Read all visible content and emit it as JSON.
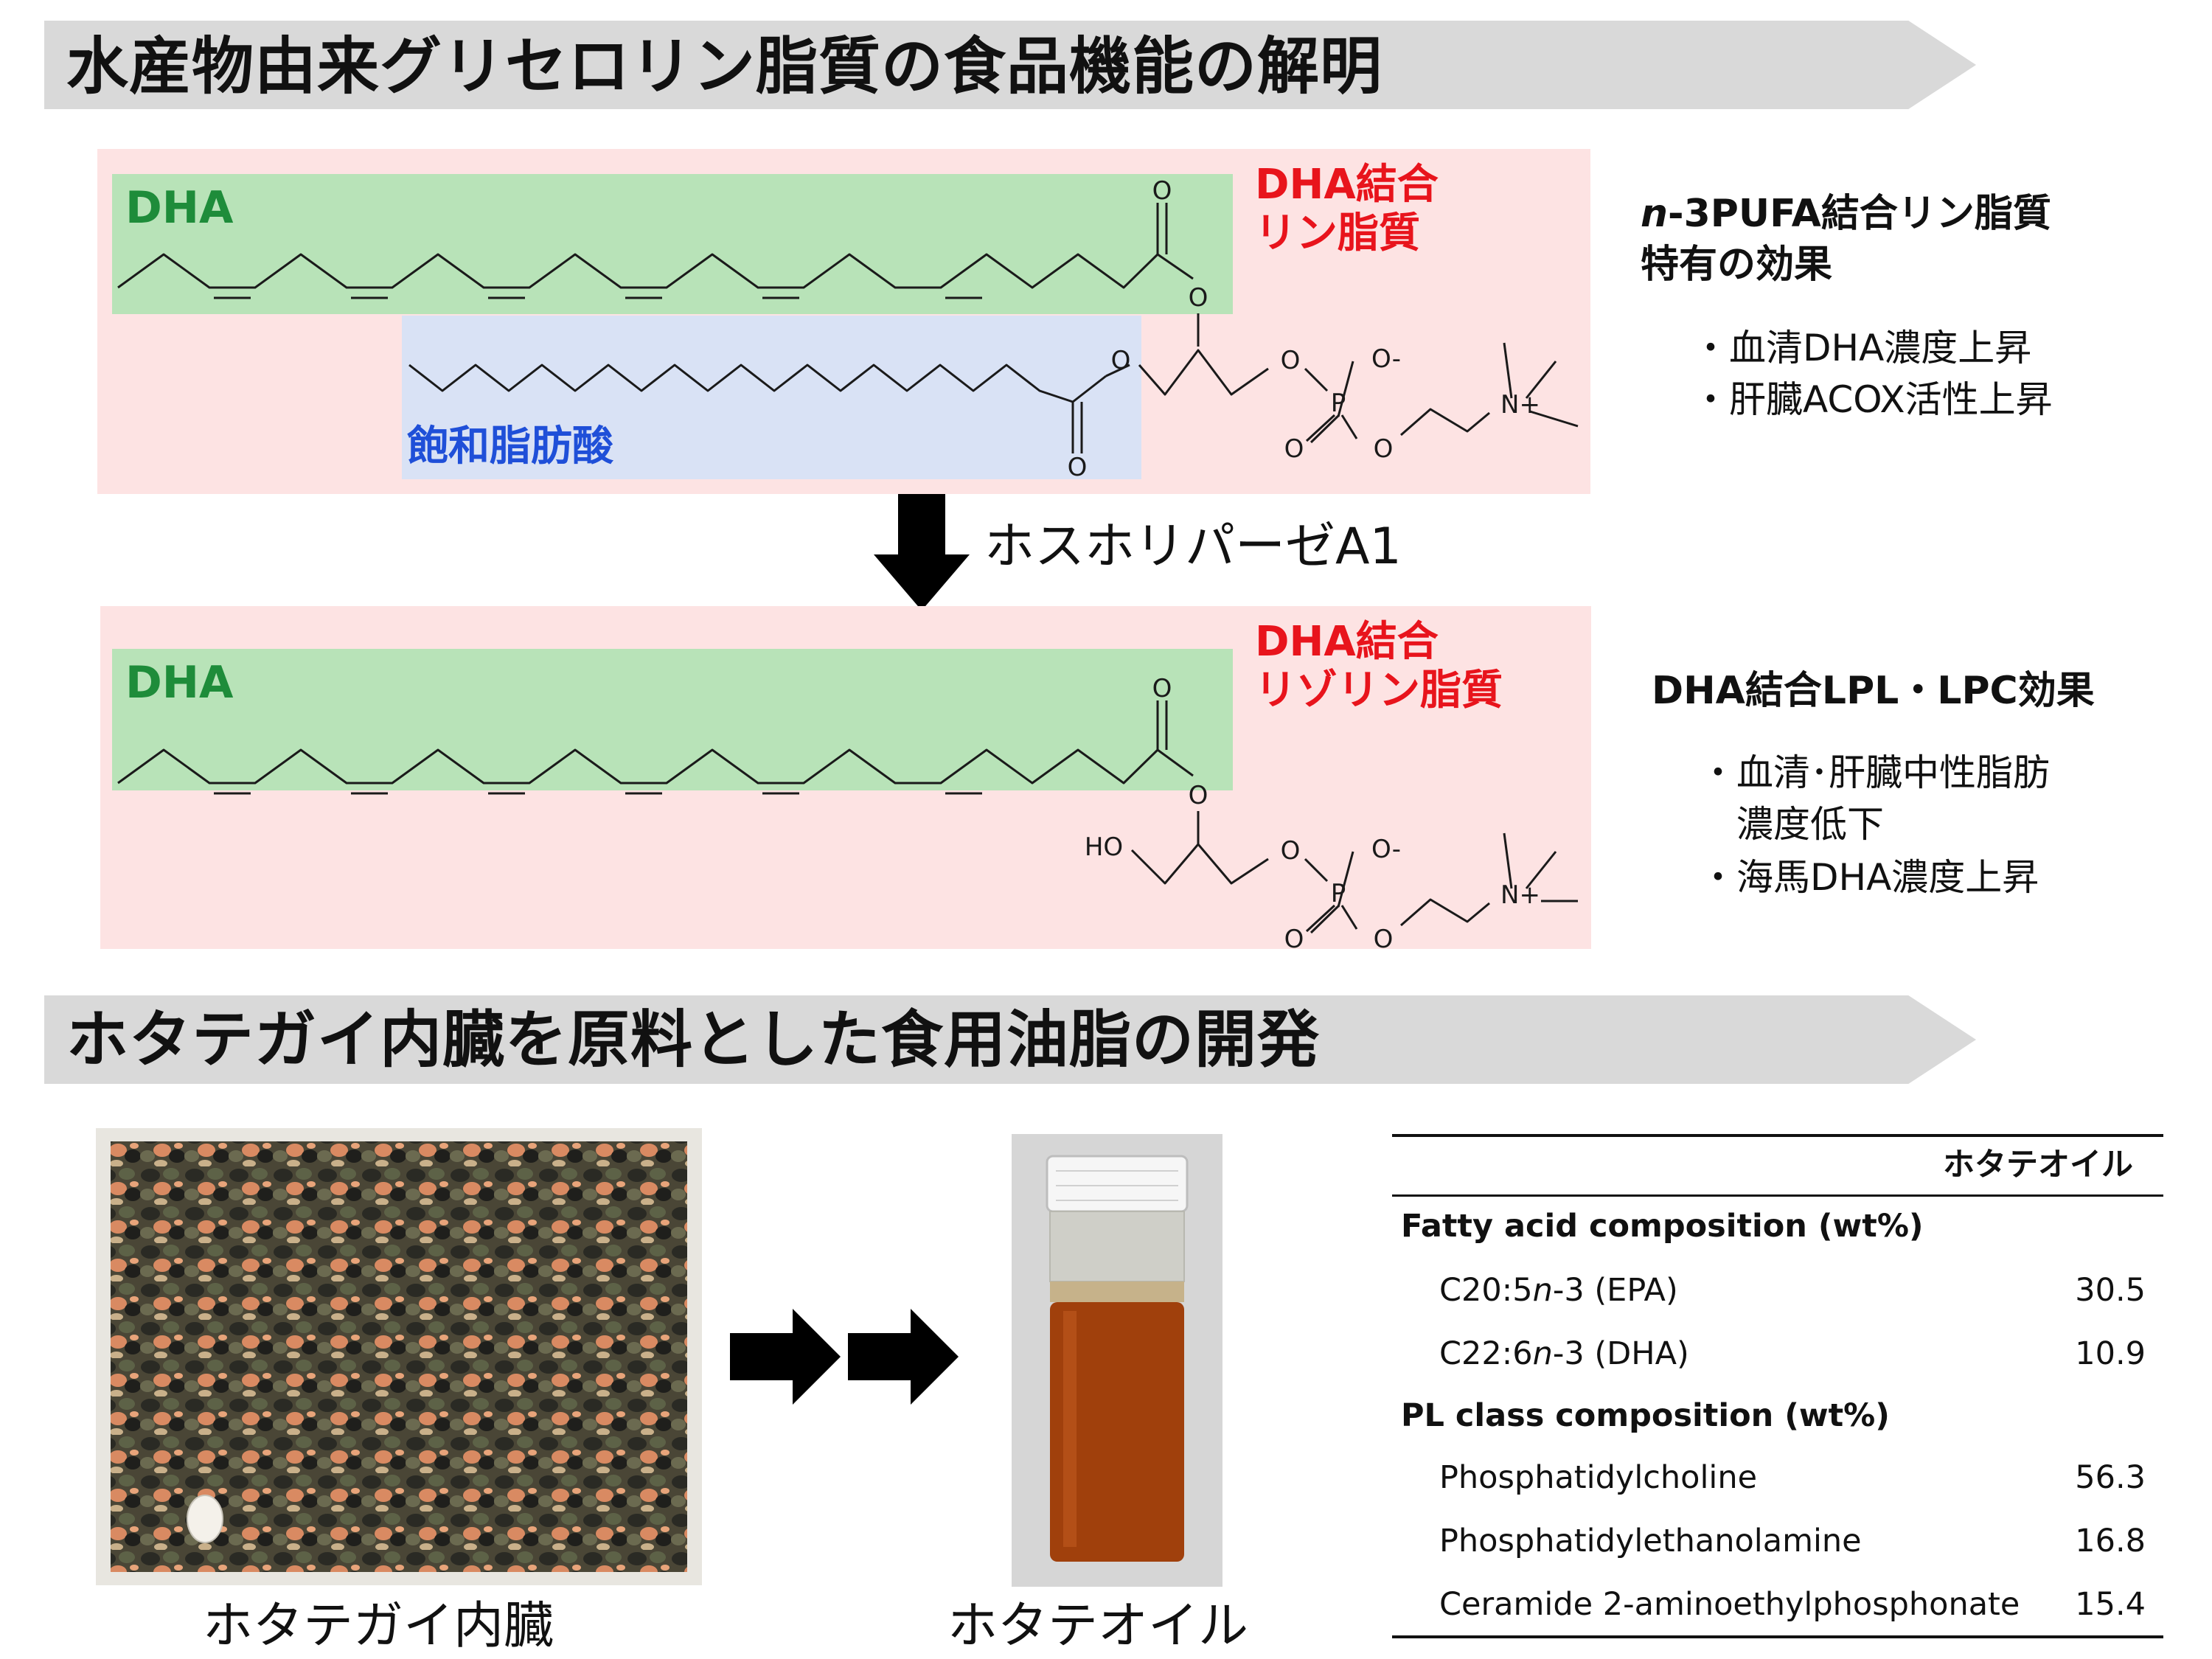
{
  "section1": {
    "title": "水産物由来グリセロリン脂質の食品機能の解明"
  },
  "panel1": {
    "dha_label": "DHA",
    "red_line1": "DHA結合",
    "red_line2": "リン脂質",
    "sat_label": "飽和脂肪酸",
    "atoms": {
      "o": "O",
      "o_minus": "O-",
      "p": "P",
      "n_plus": "N+",
      "ho": "HO"
    }
  },
  "enzyme": {
    "label": "ホスホリパーゼA1"
  },
  "panel2": {
    "dha_label": "DHA",
    "red_line1": "DHA結合",
    "red_line2": "リゾリン脂質"
  },
  "effects1": {
    "head_italic": "n",
    "head_rest": "-3PUFA結合リン脂質",
    "head_line2": "特有の効果",
    "items": [
      "・血清DHA濃度上昇",
      "・肝臓ACOX活性上昇"
    ]
  },
  "effects2": {
    "head": "DHA結合LPL・LPC効果",
    "item1_line1": "・血清･肝臓中性脂肪",
    "item1_line2": "濃度低下",
    "item2": "・海馬DHA濃度上昇"
  },
  "section2": {
    "title": "ホタテガイ内臓を原料とした食用油脂の開発"
  },
  "captions": {
    "viscera": "ホタテガイ内臓",
    "oil": "ホタテオイル"
  },
  "table": {
    "column_header": "ホタテオイル",
    "section1_title": "Fatty acid composition (wt%)",
    "epa_prefix": "C20:5",
    "epa_italic": "n",
    "epa_suffix": "-3 (EPA)",
    "epa_value": "30.5",
    "dha_prefix": "C22:6",
    "dha_italic": "n",
    "dha_suffix": "-3 (DHA)",
    "dha_value": "10.9",
    "section2_title": "PL class composition (wt%)",
    "rows2": [
      {
        "name": "Phosphatidylcholine",
        "value": "56.3"
      },
      {
        "name": "Phosphatidylethanolamine",
        "value": "16.8"
      },
      {
        "name": "Ceramide 2-aminoethylphosphonate",
        "value": "15.4"
      }
    ]
  },
  "colors": {
    "panel_bg": "#fde3e3",
    "dha_box": "#b8e3b8",
    "sat_box": "#d9e2f5",
    "dha_text": "#1e8c3a",
    "sat_text": "#1f4fd8",
    "red_text": "#e8141c",
    "oil": "#a0400c"
  }
}
